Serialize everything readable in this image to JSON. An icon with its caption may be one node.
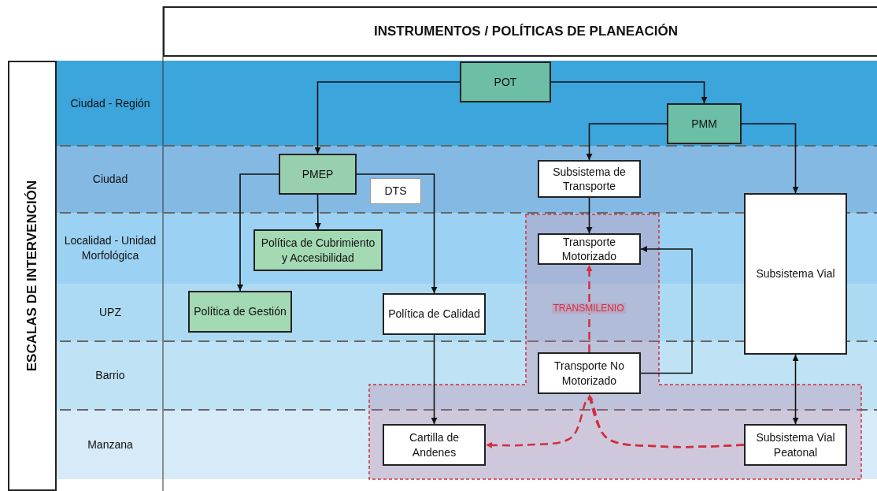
{
  "diagram": {
    "nodes": [
      {
        "text": [
          "INSTRUMENTOS / POLÍTICAS DE PLANEACIÓN"
        ]
      },
      {
        "text": [
          "ESCALAS DE INTERVENCIÓN"
        ]
      },
      {
        "text": [
          "POT"
        ]
      },
      {
        "text": [
          "PMM"
        ]
      },
      {
        "text": [
          "PMEP"
        ]
      },
      {
        "text": [
          "DTS"
        ]
      },
      {
        "text": [
          "Subsistema de Transporte"
        ]
      },
      {
        "text": [
          "Política de Cubrimiento y Accesibilidad"
        ]
      },
      {
        "text": [
          "Transporte Motorizado"
        ]
      },
      {
        "text": [
          "Subsistema Vial"
        ]
      },
      {
        "text": [
          "Política de Gestión"
        ]
      },
      {
        "text": [
          "Política de Calidad"
        ]
      },
      {
        "text": [
          "Transporte No Motorizado"
        ]
      },
      {
        "text": [
          "Cartilla de Andenes"
        ]
      },
      {
        "text": [
          "Subsistema Vial Peatonal"
        ]
      }
    ],
    "edges": [
      {
        "from": 2,
        "to": 4,
        "arrow": "to"
      },
      {
        "from": 2,
        "to": 3,
        "arrow": "to"
      },
      {
        "from": 3,
        "to": 6,
        "arrow": "to"
      },
      {
        "from": 3,
        "to": 9,
        "arrow": "to"
      },
      {
        "from": 4,
        "to": 7,
        "arrow": "to"
      },
      {
        "from": 4,
        "to": 10,
        "arrow": "to"
      },
      {
        "from": 4,
        "to": 11,
        "arrow": "to"
      },
      {
        "from": 6,
        "to": 8,
        "arrow": "to"
      },
      {
        "from": 12,
        "to": 8,
        "arrow": "to"
      },
      {
        "from": 12,
        "to": 8,
        "arrow": "to",
        "label": "TRANSMILENIO",
        "style": "dashed",
        "color": "#d22f3c"
      },
      {
        "from": 11,
        "to": 13,
        "arrow": "to"
      },
      {
        "from": 9,
        "to": 14,
        "arrow": "both"
      },
      {
        "from": 14,
        "to": 12,
        "arrow": "to",
        "style": "dashed",
        "color": "#d22f3c"
      },
      {
        "from": 14,
        "to": 13,
        "arrow": "to",
        "style": "dashed",
        "color": "#d22f3c"
      }
    ],
    "labels": [
      "Ciudad - Región",
      "Ciudad",
      "Localidad - Unidad Morfológica",
      "UPZ",
      "Barrio",
      "Manzana"
    ]
  }
}
